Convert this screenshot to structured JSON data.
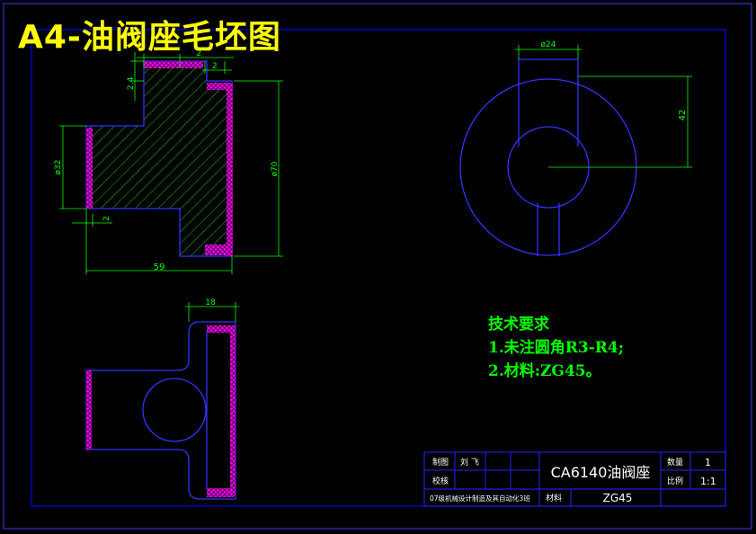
{
  "title": "A4-油阀座毛坯图",
  "dimensions": {
    "top_width": "2",
    "top_notch": "2",
    "top_step": "2.4",
    "left_dia": "ø32",
    "big_dia": "ø70",
    "bottom_small": "2",
    "overall_len": "59",
    "top_view_width": "ø24",
    "top_view_height": "42",
    "bottom_view_len": "18"
  },
  "notes": {
    "heading": "技术要求",
    "line1": "1.未注圆角R3-R4;",
    "line2": "2.材料:ZG45。"
  },
  "title_block": {
    "drawn_label": "制图",
    "drawn_name": "刘  飞",
    "check_label": "校核",
    "part_name": "CA6140油阀座",
    "qty_label": "数量",
    "qty_value": "1",
    "scale_label": "比例",
    "scale_value": "1:1",
    "school": "07级机械设计制造及其自动化3班",
    "material_label": "材料",
    "material_value": "ZG45"
  },
  "colors": {
    "border": "#0000ff",
    "outline": "#3232ff",
    "hatch": "#00ff00",
    "machining": "#ff00ff",
    "dimension": "#00ff00",
    "title": "#ffff00",
    "tb_text": "#ffffff"
  }
}
